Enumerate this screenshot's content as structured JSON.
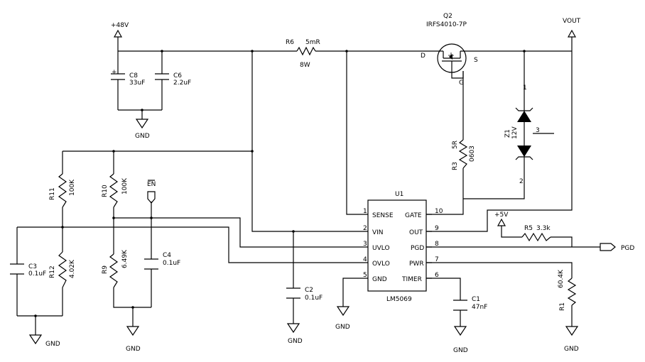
{
  "rails": {
    "vin": "+48V",
    "vout": "VOUT",
    "v5": "+5V",
    "gnd": "GND"
  },
  "ic": {
    "ref": "U1",
    "part": "LM5069",
    "pins": [
      {
        "num": "1",
        "name": "SENSE"
      },
      {
        "num": "2",
        "name": "VIN"
      },
      {
        "num": "3",
        "name": "UVLO"
      },
      {
        "num": "4",
        "name": "OVLO"
      },
      {
        "num": "5",
        "name": "GND"
      },
      {
        "num": "10",
        "name": "GATE"
      },
      {
        "num": "9",
        "name": "OUT"
      },
      {
        "num": "8",
        "name": "PGD"
      },
      {
        "num": "7",
        "name": "PWR"
      },
      {
        "num": "6",
        "name": "TIMER"
      }
    ]
  },
  "mosfet": {
    "ref": "Q2",
    "part": "IRFS4010-7P",
    "d": "D",
    "s": "S",
    "g": "G"
  },
  "r6": {
    "ref": "R6",
    "value": "5mR",
    "power": "8W"
  },
  "r3": {
    "ref": "R3",
    "value": "5R",
    "pkg": "0603"
  },
  "r11": {
    "ref": "R11",
    "value": "100K"
  },
  "r12": {
    "ref": "R12",
    "value": "4.02K"
  },
  "r10": {
    "ref": "R10",
    "value": "100K"
  },
  "r9": {
    "ref": "R9",
    "value": "6.49K"
  },
  "r5": {
    "ref": "R5",
    "value": "3.3k"
  },
  "r1": {
    "ref": "R1",
    "value": "60.4K"
  },
  "c8": {
    "ref": "C8",
    "value": "33uF",
    "polarity": "+"
  },
  "c6": {
    "ref": "C6",
    "value": "2.2uF"
  },
  "c3": {
    "ref": "C3",
    "value": "0.1uF"
  },
  "c4": {
    "ref": "C4",
    "value": "0.1uF"
  },
  "c2": {
    "ref": "C2",
    "value": "0.1uF"
  },
  "c1": {
    "ref": "C1",
    "value": "47nF"
  },
  "z1": {
    "ref": "Z1",
    "value": "12V",
    "pin1": "1",
    "pin2": "2",
    "pin3": "3"
  },
  "en": {
    "label": "EN"
  },
  "pgd_port": {
    "label": "PGD"
  }
}
